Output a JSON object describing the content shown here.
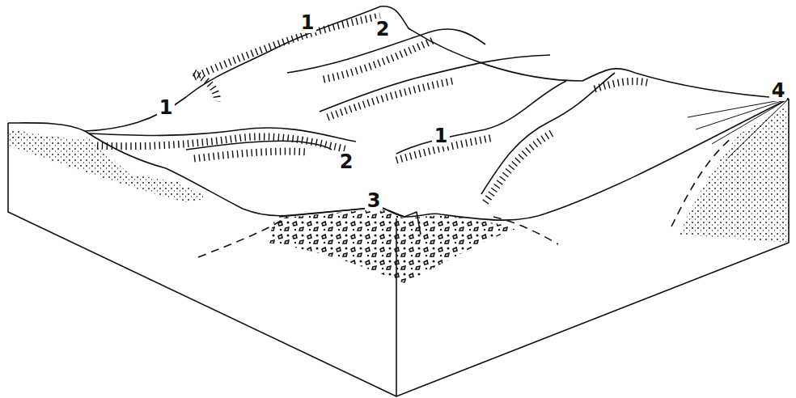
{
  "diagram": {
    "labels": [
      "1",
      "2",
      "4",
      "1",
      "1",
      "2",
      "3"
    ]
  }
}
